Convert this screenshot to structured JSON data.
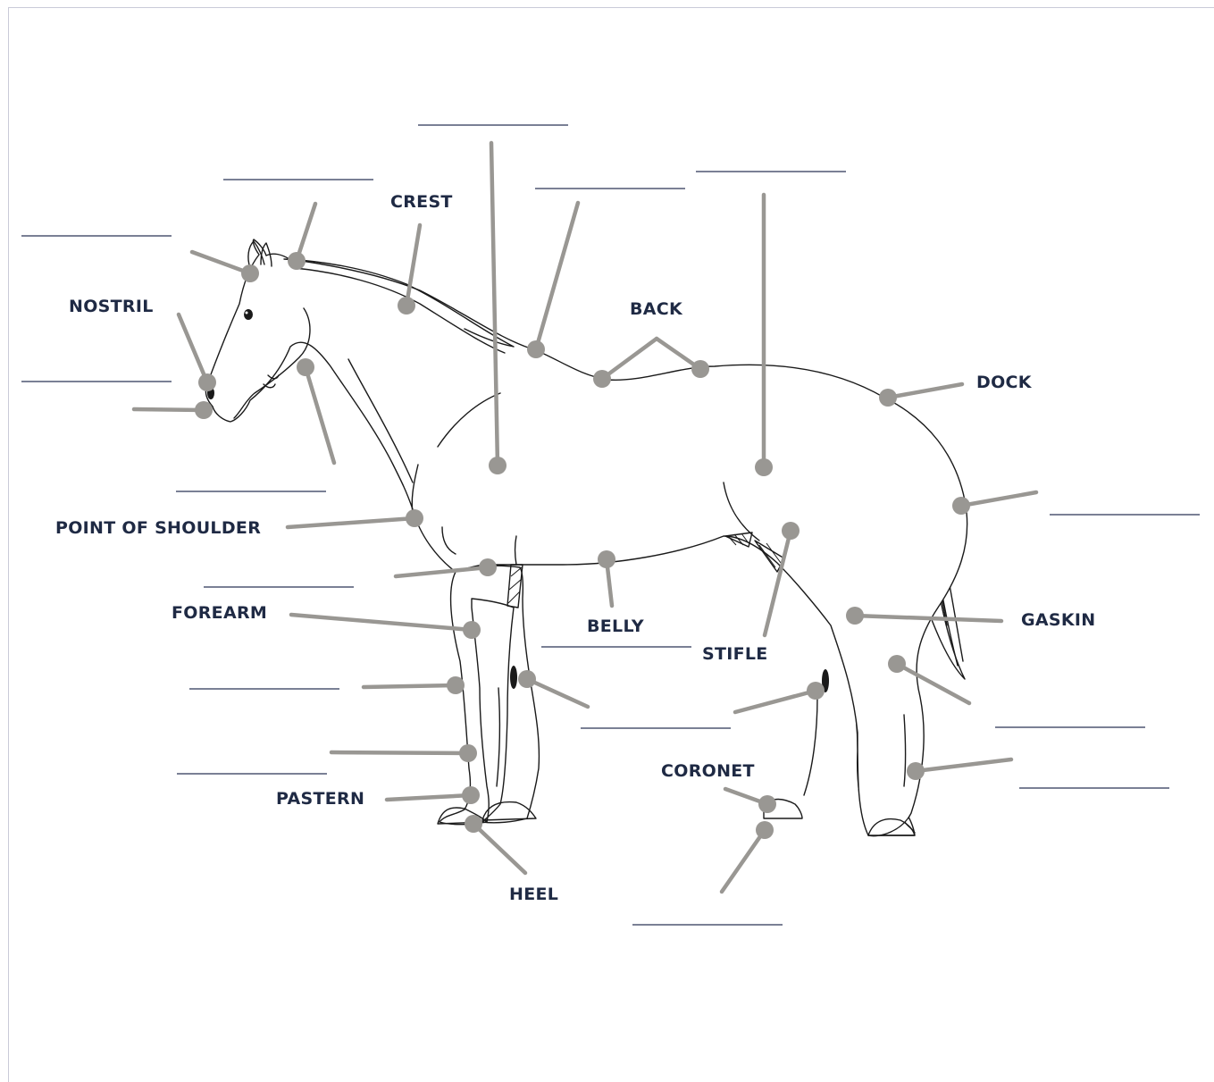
{
  "labels": {
    "crest": "CREST",
    "nostril": "NOSTRIL",
    "back": "BACK",
    "dock": "DOCK",
    "point_of_shoulder": "POINT OF SHOULDER",
    "forearm": "FOREARM",
    "belly": "BELLY",
    "stifle": "STIFLE",
    "gaskin": "GASKIN",
    "coronet": "CORONET",
    "pastern": "PASTERN",
    "heel": "HEEL"
  },
  "colors": {
    "label": "#1f2a44",
    "leader": "#999793",
    "blank_line": "#2b3556",
    "frame": "#c9cbd8"
  }
}
